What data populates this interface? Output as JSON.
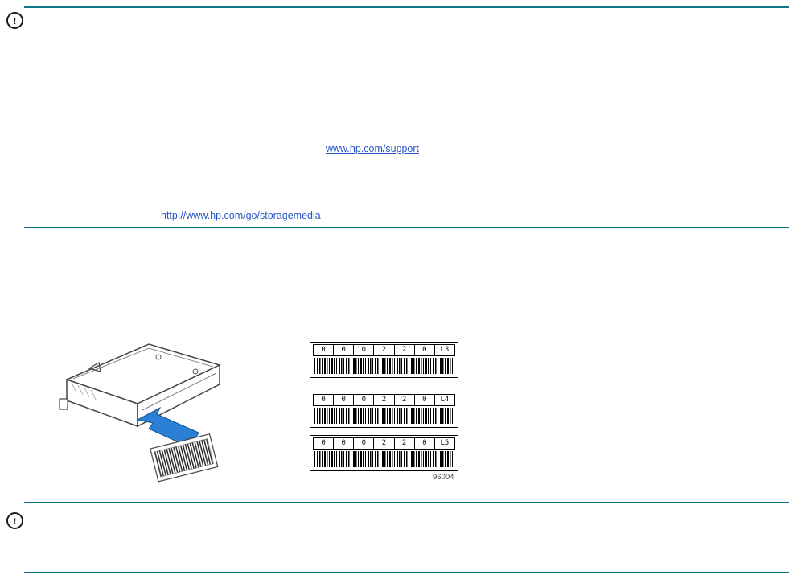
{
  "accent": {
    "rule_color": "#0e7787",
    "link_color": "#2a56c6",
    "arrow_color": "#2b7fd4"
  },
  "notes": {
    "caution_icon_glyph": "!",
    "link1": "www.hp.com/support",
    "link2": "http://www.hp.com/go/storagemedia"
  },
  "figure": {
    "labels": [
      {
        "chars": [
          "0",
          "0",
          "0",
          "2",
          "2",
          "0",
          "L3"
        ]
      },
      {
        "chars": [
          "0",
          "0",
          "0",
          "2",
          "2",
          "0",
          "L4"
        ]
      },
      {
        "chars": [
          "0",
          "0",
          "0",
          "2",
          "2",
          "0",
          "L5"
        ]
      }
    ],
    "figure_number": "96004"
  }
}
